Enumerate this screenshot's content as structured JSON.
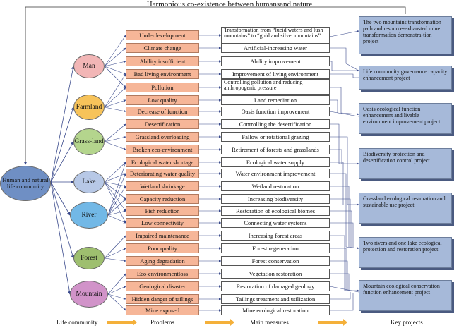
{
  "title": "Harmonious co-existence between humansand nature",
  "main_node": "Human and natural life community",
  "communities": [
    "Man",
    "Farmland",
    "Grass-land",
    "Lake",
    "River",
    "Forest",
    "Mountain"
  ],
  "problems": [
    "Underdevelopment",
    "Climate change",
    "Ability insufficient",
    "Bad living environment",
    "Pollution",
    "Low quality",
    "Decrease of function",
    "Desertification",
    "Grassland overloading",
    "Broken eco-environment",
    "Ecological water shortage",
    "Deteriorating water quality",
    "Wetland shrinkage",
    "Capacity reduction",
    "Fish reduction",
    "Low connectivity",
    "Impaired maintenance",
    "Poor quality",
    "Aging degradation",
    "Eco-environmentloss",
    "Geological disaster",
    "Hidden danger of tailings",
    "Mine exposed"
  ],
  "measures": [
    "Transformation from “lucid waters and lush mountains” to “gold and silver mountains”",
    "Artificial-increasing water",
    "Ability improvement",
    "Improvement of living environment",
    "Controlling pollution and reducing anthropogenic pressure",
    "Land remediation",
    "Oasis function improvement",
    "Controlling the desertification",
    "Fallow or rotational grazing",
    "Retirement of forests and grasslands",
    "Ecological water supply",
    "Water environment improvement",
    "Wetland restoration",
    "Increasing biodiversity",
    "Restoration of ecological biomes",
    "Connecting water systems",
    "Increasing forest areas",
    "Forest regeneration",
    "Forest conservation",
    "Vegetation restoration",
    "Restoration of damaged geology",
    "Tailings treatment and utilization",
    "Mine ecological restoration"
  ],
  "projects": [
    "The two mountains transformation path and resource-exhausted mine transformation demonstra-tion project",
    "Life community governance capacity enhancement project",
    "Oasis ecological function enhancement and livable environment improvement project",
    "Biodiversity protection and desertification control project",
    "Grassland ecological restoration and sustainable use project",
    "Two rivers and one lake ecological protection and restoration project",
    "Mountain ecological conservation function enhancement project"
  ],
  "footer": [
    "Life community",
    "Problems",
    "Main measures",
    "Key projects"
  ],
  "colors": {
    "man": "#f2b6b6",
    "farmland": "#f7c35a",
    "grassland": "#b4d58d",
    "lake": "#b7c8e6",
    "river": "#72b8e6",
    "forest": "#9ebf6f",
    "mountain": "#d193c9",
    "problem_fill": "#f6b698",
    "project_fill": "#a6b9d9",
    "link": "#3a4a8c",
    "footer_arrow": "#f4b03a"
  }
}
